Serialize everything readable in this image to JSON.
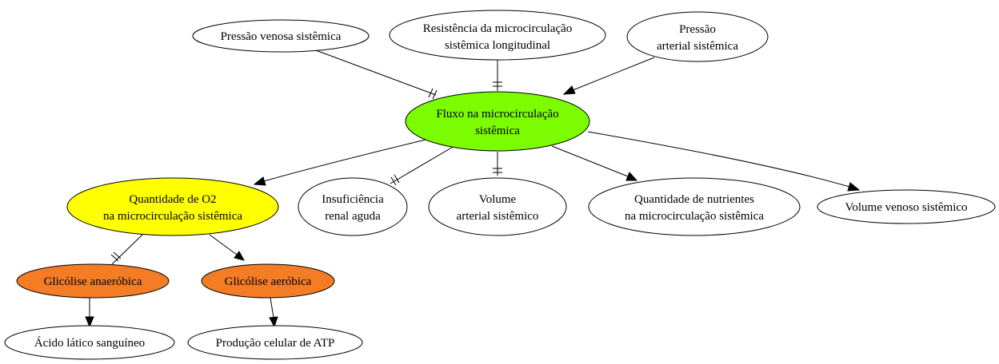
{
  "colors": {
    "fluxo": "#7cfc00",
    "oxigenio": "#ffff00",
    "glicolise": "#f47c24",
    "default": "#ffffff"
  },
  "nodes": {
    "pressao_venosa": [
      "Pressão venosa sistêmica"
    ],
    "resistencia": [
      "Resistência da microcirculação",
      "sistêmica longitudinal"
    ],
    "pressao_arterial": [
      "Pressão",
      "arterial sistêmica"
    ],
    "fluxo": [
      "Fluxo na microcirculação",
      "sistêmica"
    ],
    "o2": [
      "Quantidade de O2",
      "na microcirculação sistêmica"
    ],
    "insuficiencia": [
      "Insuficiência",
      "renal aguda"
    ],
    "volume_arterial": [
      "Volume",
      "arterial sistêmico"
    ],
    "nutrientes": [
      "Quantidade de nutrientes",
      "na microcirculação sistêmica"
    ],
    "volume_venoso": [
      "Volume venoso sistêmico"
    ],
    "glicolise_anaerobica": [
      "Glicólise anaeróbica"
    ],
    "glicolise_aerobica": [
      "Glicólise aeróbica"
    ],
    "acido_latico": [
      "Ácido lático sanguíneo"
    ],
    "producao_atp": [
      "Produção celular de ATP"
    ]
  }
}
